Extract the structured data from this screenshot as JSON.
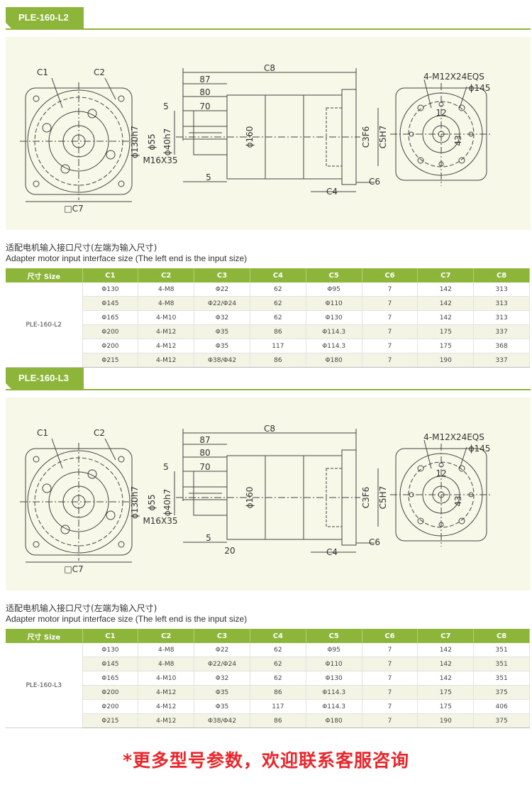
{
  "sections": [
    {
      "tab_label": "PLE-160-L2",
      "caption_cn": "适配电机输入接口尺寸(左端为输入尺寸)",
      "caption_en": "Adapter motor input interface size (The left end is the input size)",
      "drawing_labels": {
        "c1": "C1",
        "c2": "C2",
        "c7": "□C7",
        "c8": "C8",
        "d87": "87",
        "d80": "80",
        "d70": "70",
        "d5a": "5",
        "d5b": "5",
        "phi130": "ϕ130h7",
        "phi55": "ϕ55",
        "phi40": "ϕ40h7",
        "m16": "M16X35",
        "phi160": "ϕ160",
        "c3": "C3F6",
        "c5": "C5H7",
        "c4": "C4",
        "c6": "C6",
        "holes": "4-M12X24EQS",
        "phi145": "ϕ145",
        "d12": "12",
        "d43": "43",
        "d20": ""
      },
      "table": {
        "headers": [
          "尺寸 Size",
          "C1",
          "C2",
          "C3",
          "C4",
          "C5",
          "C6",
          "C7",
          "C8"
        ],
        "model": "PLE-160-L2",
        "rows": [
          [
            "Φ130",
            "4-M8",
            "Φ22",
            "62",
            "Φ95",
            "7",
            "142",
            "313"
          ],
          [
            "Φ145",
            "4-M8",
            "Φ22/Φ24",
            "62",
            "Φ110",
            "7",
            "142",
            "313"
          ],
          [
            "Φ165",
            "4-M10",
            "Φ32",
            "62",
            "Φ130",
            "7",
            "142",
            "313"
          ],
          [
            "Φ200",
            "4-M12",
            "Φ35",
            "86",
            "Φ114.3",
            "7",
            "175",
            "337"
          ],
          [
            "Φ200",
            "4-M12",
            "Φ35",
            "117",
            "Φ114.3",
            "7",
            "175",
            "368"
          ],
          [
            "Φ215",
            "4-M12",
            "Φ38/Φ42",
            "86",
            "Φ180",
            "7",
            "190",
            "337"
          ]
        ]
      }
    },
    {
      "tab_label": "PLE-160-L3",
      "caption_cn": "适配电机输入接口尺寸(左端为输入尺寸)",
      "caption_en": "Adapter motor input interface size (The left end is the input size)",
      "drawing_labels": {
        "c1": "C1",
        "c2": "C2",
        "c7": "□C7",
        "c8": "C8",
        "d87": "87",
        "d80": "80",
        "d70": "70",
        "d5a": "5",
        "d5b": "5",
        "phi130": "ϕ130h7",
        "phi55": "ϕ55",
        "phi40": "ϕ40h7",
        "m16": "M16X35",
        "phi160": "ϕ160",
        "c3": "C3F6",
        "c5": "C5H7",
        "c4": "C4",
        "c6": "C6",
        "holes": "4-M12X24EQS",
        "phi145": "ϕ145",
        "d12": "12",
        "d43": "43",
        "d20": "20"
      },
      "table": {
        "headers": [
          "尺寸 Size",
          "C1",
          "C2",
          "C3",
          "C4",
          "C5",
          "C6",
          "C7",
          "C8"
        ],
        "model": "PLE-160-L3",
        "rows": [
          [
            "Φ130",
            "4-M8",
            "Φ22",
            "62",
            "Φ95",
            "7",
            "142",
            "351"
          ],
          [
            "Φ145",
            "4-M8",
            "Φ22/Φ24",
            "62",
            "Φ110",
            "7",
            "142",
            "351"
          ],
          [
            "Φ165",
            "4-M10",
            "Φ32",
            "62",
            "Φ130",
            "7",
            "142",
            "351"
          ],
          [
            "Φ200",
            "4-M12",
            "Φ35",
            "86",
            "Φ114.3",
            "7",
            "175",
            "375"
          ],
          [
            "Φ200",
            "4-M12",
            "Φ35",
            "117",
            "Φ114.3",
            "7",
            "175",
            "406"
          ],
          [
            "Φ215",
            "4-M12",
            "Φ38/Φ42",
            "86",
            "Φ180",
            "7",
            "190",
            "375"
          ]
        ]
      }
    }
  ],
  "footer_note": "*更多型号参数，欢迎联系客服咨询",
  "colors": {
    "accent": "#8db53a",
    "drawing_bg": "#f8f8e9",
    "footer": "#e8262b"
  }
}
